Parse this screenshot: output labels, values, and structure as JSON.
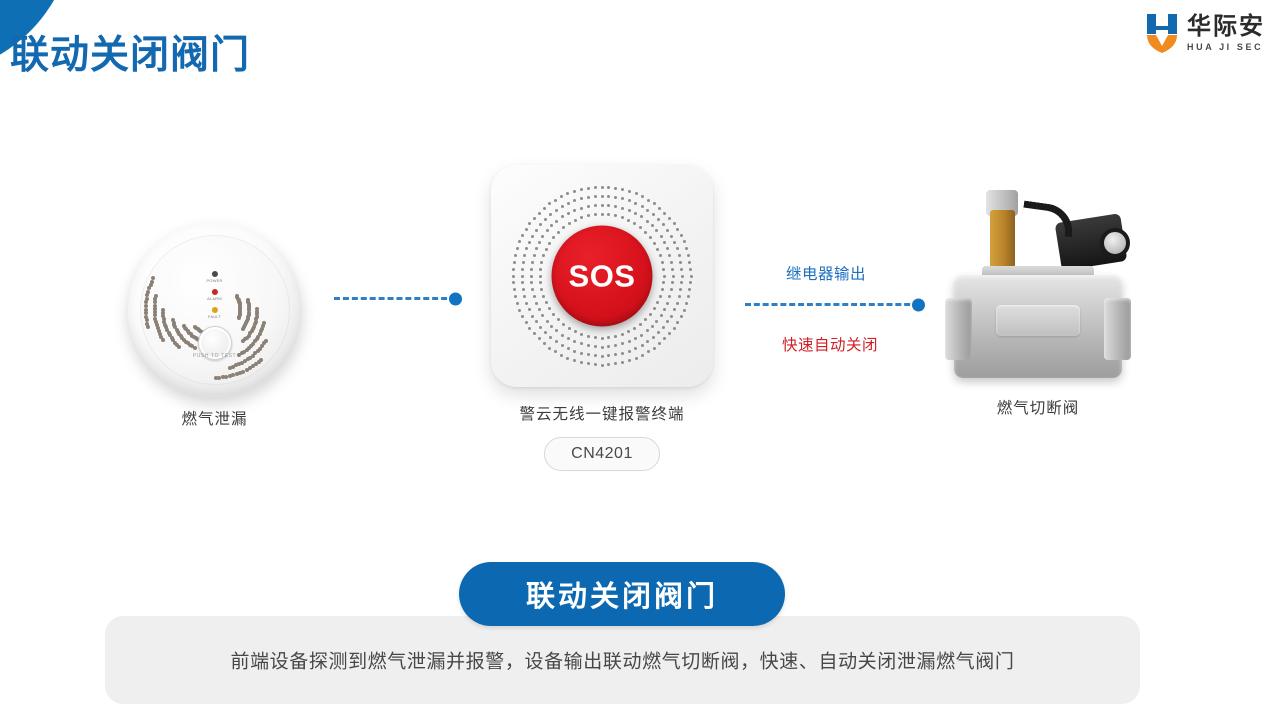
{
  "page": {
    "title": "联动关闭阀门",
    "accent_blue": "#1269b0",
    "accent_red": "#cf2026"
  },
  "brand": {
    "name_cn": "华际安",
    "name_en": "HUA JI SEC"
  },
  "flow": {
    "devices": [
      {
        "id": "gas-detector",
        "caption": "燃气泄漏",
        "leds": [
          {
            "label": "POWER",
            "color": "#4a4a4a"
          },
          {
            "label": "ALARM",
            "color": "#c62828"
          },
          {
            "label": "FAULT",
            "color": "#d9a514"
          }
        ],
        "button_text": "PUSH TO TEST"
      },
      {
        "id": "sos-terminal",
        "caption": "警云无线一键报警终端",
        "button_text": "SOS",
        "model": "CN4201"
      },
      {
        "id": "gas-shutoff-valve",
        "caption": "燃气切断阀"
      }
    ],
    "connectors": [
      {
        "id": "detector-to-terminal",
        "labels": []
      },
      {
        "id": "terminal-to-valve",
        "label_top": "继电器输出",
        "label_bottom": "快速自动关闭"
      }
    ]
  },
  "summary": {
    "cta": "联动关闭阀门",
    "description": "前端设备探测到燃气泄漏并报警，设备输出联动燃气切断阀，快速、自动关闭泄漏燃气阀门"
  }
}
